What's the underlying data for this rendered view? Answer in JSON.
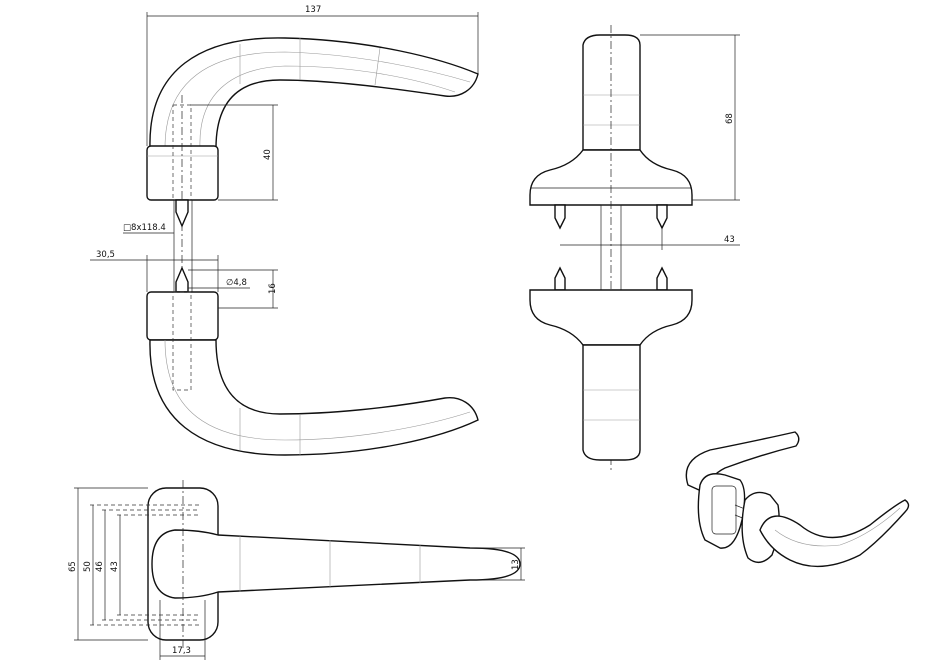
{
  "drawing": {
    "front_view": {
      "overall_width": "137",
      "lever_height": "40",
      "spindle": "□8x118.4",
      "rose_width": "30,5",
      "screw_diameter": "∅4,8",
      "rose_depth": "16"
    },
    "side_view": {
      "height": "68",
      "pin_spacing": "43"
    },
    "top_view": {
      "rose_height": "65",
      "dim_50": "50",
      "dim_46": "46",
      "dim_43": "43",
      "grip_width": "13",
      "neck_width": "17,3"
    }
  }
}
